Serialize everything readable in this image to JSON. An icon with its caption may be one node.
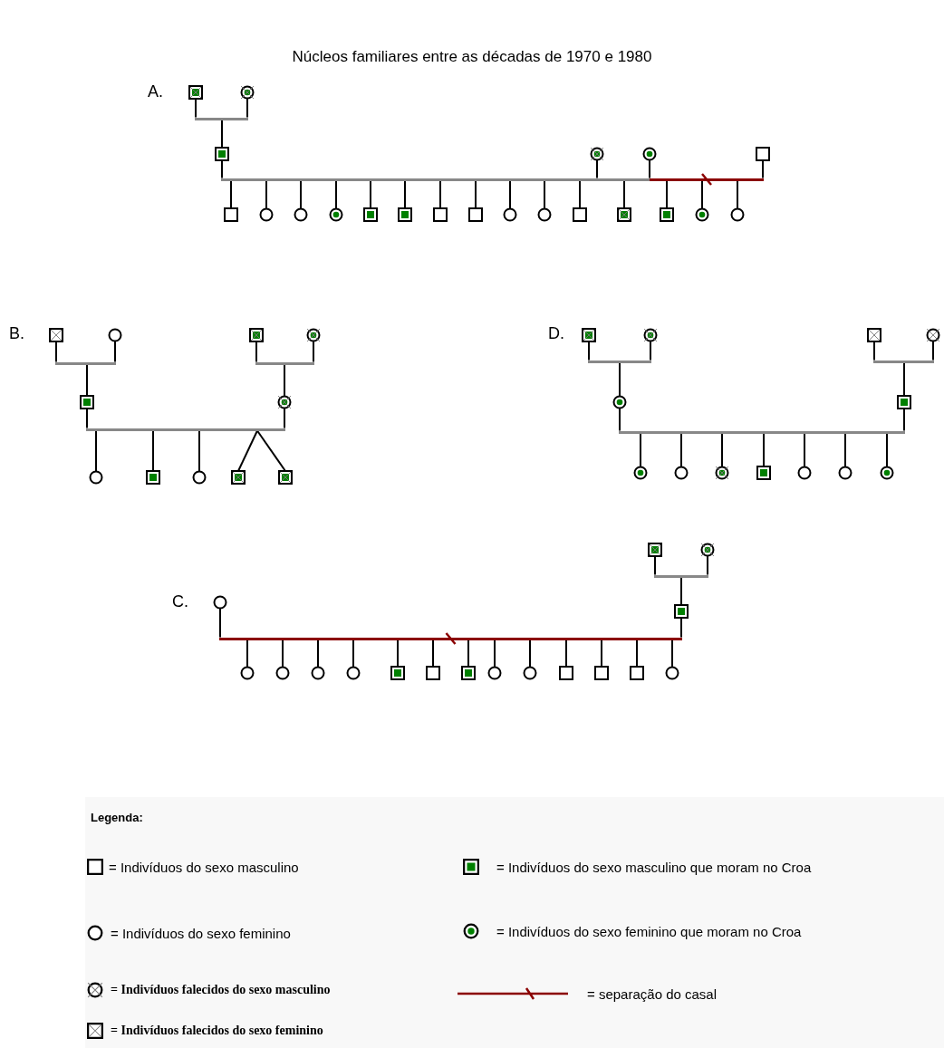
{
  "diagram": {
    "title": "Núcleos familiares entre as décadas de 1970 e 1980",
    "nodes": [
      {
        "text": [],
        "shape": "box"
      },
      {
        "text": [],
        "shape": "circle"
      },
      {
        "text": [],
        "shape": "box"
      },
      {
        "text": [],
        "shape": "circle"
      },
      {
        "text": [],
        "shape": "circle"
      },
      {
        "text": [],
        "shape": "box"
      },
      {
        "text": [],
        "shape": "box"
      },
      {
        "text": [],
        "shape": "circle"
      },
      {
        "text": [],
        "shape": "circle"
      },
      {
        "text": [],
        "shape": "circle"
      },
      {
        "text": [],
        "shape": "box"
      },
      {
        "text": [],
        "shape": "box"
      },
      {
        "text": [],
        "shape": "box"
      },
      {
        "text": [],
        "shape": "box"
      },
      {
        "text": [],
        "shape": "circle"
      },
      {
        "text": [],
        "shape": "circle"
      },
      {
        "text": [],
        "shape": "box"
      },
      {
        "text": [],
        "shape": "box"
      },
      {
        "text": [],
        "shape": "box"
      },
      {
        "text": [],
        "shape": "circle"
      },
      {
        "text": [],
        "shape": "circle"
      },
      {
        "text": [],
        "shape": "box"
      },
      {
        "text": [],
        "shape": "circle"
      },
      {
        "text": [],
        "shape": "box"
      },
      {
        "text": [],
        "shape": "circle"
      },
      {
        "text": [],
        "shape": "box"
      },
      {
        "text": [],
        "shape": "circle"
      },
      {
        "text": [],
        "shape": "circle"
      },
      {
        "text": [],
        "shape": "box"
      },
      {
        "text": [],
        "shape": "circle"
      },
      {
        "text": [],
        "shape": "box"
      },
      {
        "text": [],
        "shape": "box"
      },
      {
        "text": [],
        "shape": "box"
      },
      {
        "text": [],
        "shape": "circle"
      },
      {
        "text": [],
        "shape": "box"
      },
      {
        "text": [],
        "shape": "circle"
      },
      {
        "text": [],
        "shape": "circle"
      },
      {
        "text": [],
        "shape": "box"
      },
      {
        "text": [],
        "shape": "circle"
      },
      {
        "text": [],
        "shape": "circle"
      },
      {
        "text": [],
        "shape": "circle"
      },
      {
        "text": [],
        "shape": "box"
      },
      {
        "text": [],
        "shape": "circle"
      },
      {
        "text": [],
        "shape": "circle"
      },
      {
        "text": [],
        "shape": "circle"
      },
      {
        "text": [],
        "shape": "box"
      },
      {
        "text": [],
        "shape": "circle"
      },
      {
        "text": [],
        "shape": "circle"
      },
      {
        "text": [],
        "shape": "box"
      },
      {
        "text": [],
        "shape": "circle"
      },
      {
        "text": [],
        "shape": "circle"
      },
      {
        "text": [],
        "shape": "circle"
      },
      {
        "text": [],
        "shape": "circle"
      },
      {
        "text": [],
        "shape": "box"
      },
      {
        "text": [],
        "shape": "box"
      },
      {
        "text": [],
        "shape": "box"
      },
      {
        "text": [],
        "shape": "circle"
      },
      {
        "text": [],
        "shape": "circle"
      },
      {
        "text": [],
        "shape": "box"
      },
      {
        "text": [],
        "shape": "box"
      },
      {
        "text": [],
        "shape": "box"
      },
      {
        "text": [],
        "shape": "circle"
      },
      {
        "text": [],
        "shape": "bar"
      },
      {
        "text": [],
        "shape": "bar"
      },
      {
        "text": [],
        "shape": "bar"
      },
      {
        "text": [],
        "shape": "bar"
      },
      {
        "text": [],
        "shape": "bar"
      },
      {
        "text": [],
        "shape": "bar"
      },
      {
        "text": [],
        "shape": "bar"
      },
      {
        "text": [],
        "shape": "bar"
      },
      {
        "text": [],
        "shape": "bar"
      },
      {
        "text": [],
        "shape": "bar"
      },
      {
        "text": [],
        "shape": "bar"
      }
    ],
    "edges": [
      {
        "from": 0,
        "to": 62,
        "arrow": "none"
      },
      {
        "from": 1,
        "to": 62,
        "arrow": "none"
      },
      {
        "from": 62,
        "to": 2,
        "arrow": "none"
      },
      {
        "from": 2,
        "to": 63,
        "arrow": "none"
      },
      {
        "from": 3,
        "to": 63,
        "arrow": "none"
      },
      {
        "from": 4,
        "to": 64,
        "arrow": "none"
      },
      {
        "from": 5,
        "to": 64,
        "arrow": "none"
      },
      {
        "from": 63,
        "to": 6,
        "arrow": "none"
      },
      {
        "from": 63,
        "to": 7,
        "arrow": "none"
      },
      {
        "from": 63,
        "to": 8,
        "arrow": "none"
      },
      {
        "from": 63,
        "to": 9,
        "arrow": "none"
      },
      {
        "from": 63,
        "to": 10,
        "arrow": "none"
      },
      {
        "from": 63,
        "to": 11,
        "arrow": "none"
      },
      {
        "from": 63,
        "to": 12,
        "arrow": "none"
      },
      {
        "from": 63,
        "to": 13,
        "arrow": "none"
      },
      {
        "from": 63,
        "to": 14,
        "arrow": "none"
      },
      {
        "from": 63,
        "to": 15,
        "arrow": "none"
      },
      {
        "from": 63,
        "to": 16,
        "arrow": "none"
      },
      {
        "from": 63,
        "to": 17,
        "arrow": "none"
      },
      {
        "from": 64,
        "to": 18,
        "arrow": "none"
      },
      {
        "from": 64,
        "to": 19,
        "arrow": "none"
      },
      {
        "from": 64,
        "to": 20,
        "arrow": "none"
      },
      {
        "from": 21,
        "to": 65,
        "arrow": "none"
      },
      {
        "from": 22,
        "to": 65,
        "arrow": "none"
      },
      {
        "from": 65,
        "to": 25,
        "arrow": "none"
      },
      {
        "from": 23,
        "to": 66,
        "arrow": "none"
      },
      {
        "from": 24,
        "to": 66,
        "arrow": "none"
      },
      {
        "from": 66,
        "to": 26,
        "arrow": "none"
      },
      {
        "from": 25,
        "to": 67,
        "arrow": "none"
      },
      {
        "from": 26,
        "to": 67,
        "arrow": "none"
      },
      {
        "from": 67,
        "to": 27,
        "arrow": "none"
      },
      {
        "from": 67,
        "to": 28,
        "arrow": "none"
      },
      {
        "from": 67,
        "to": 29,
        "arrow": "none"
      },
      {
        "from": 67,
        "to": 30,
        "arrow": "none"
      },
      {
        "from": 67,
        "to": 31,
        "arrow": "none"
      },
      {
        "from": 32,
        "to": 68,
        "arrow": "none"
      },
      {
        "from": 33,
        "to": 68,
        "arrow": "none"
      },
      {
        "from": 68,
        "to": 36,
        "arrow": "none"
      },
      {
        "from": 34,
        "to": 69,
        "arrow": "none"
      },
      {
        "from": 35,
        "to": 69,
        "arrow": "none"
      },
      {
        "from": 69,
        "to": 37,
        "arrow": "none"
      },
      {
        "from": 36,
        "to": 70,
        "arrow": "none"
      },
      {
        "from": 37,
        "to": 70,
        "arrow": "none"
      },
      {
        "from": 70,
        "to": 38,
        "arrow": "none"
      },
      {
        "from": 70,
        "to": 39,
        "arrow": "none"
      },
      {
        "from": 70,
        "to": 40,
        "arrow": "none"
      },
      {
        "from": 70,
        "to": 41,
        "arrow": "none"
      },
      {
        "from": 70,
        "to": 42,
        "arrow": "none"
      },
      {
        "from": 70,
        "to": 43,
        "arrow": "none"
      },
      {
        "from": 70,
        "to": 44,
        "arrow": "none"
      },
      {
        "from": 45,
        "to": 71,
        "arrow": "none"
      },
      {
        "from": 46,
        "to": 71,
        "arrow": "none"
      },
      {
        "from": 71,
        "to": 48,
        "arrow": "none"
      },
      {
        "from": 47,
        "to": 72,
        "arrow": "none"
      },
      {
        "from": 48,
        "to": 72,
        "arrow": "none"
      },
      {
        "from": 72,
        "to": 49,
        "arrow": "none"
      },
      {
        "from": 72,
        "to": 50,
        "arrow": "none"
      },
      {
        "from": 72,
        "to": 51,
        "arrow": "none"
      },
      {
        "from": 72,
        "to": 52,
        "arrow": "none"
      },
      {
        "from": 72,
        "to": 53,
        "arrow": "none"
      },
      {
        "from": 72,
        "to": 54,
        "arrow": "none"
      },
      {
        "from": 72,
        "to": 55,
        "arrow": "none"
      },
      {
        "from": 72,
        "to": 56,
        "arrow": "none"
      },
      {
        "from": 72,
        "to": 57,
        "arrow": "none"
      },
      {
        "from": 72,
        "to": 58,
        "arrow": "none"
      },
      {
        "from": 72,
        "to": 59,
        "arrow": "none"
      },
      {
        "from": 72,
        "to": 60,
        "arrow": "none"
      },
      {
        "from": 72,
        "to": 61,
        "arrow": "none"
      }
    ],
    "labels": [
      "A.",
      "B.",
      "D.",
      "C.",
      "Legenda:"
    ],
    "legend": [
      {
        "text": "= Indivíduos do sexo masculino"
      },
      {
        "text": "= Indivíduos do sexo masculino que moram no Croa"
      },
      {
        "text": "= Indivíduos do sexo feminino"
      },
      {
        "text": "= Indivíduos do sexo feminino que moram no Croa"
      },
      {
        "text": "= Indivíduos falecidos do sexo masculino"
      },
      {
        "text": "= separação do casal"
      },
      {
        "text": "= Indivíduos falecidos do sexo feminino"
      }
    ]
  }
}
